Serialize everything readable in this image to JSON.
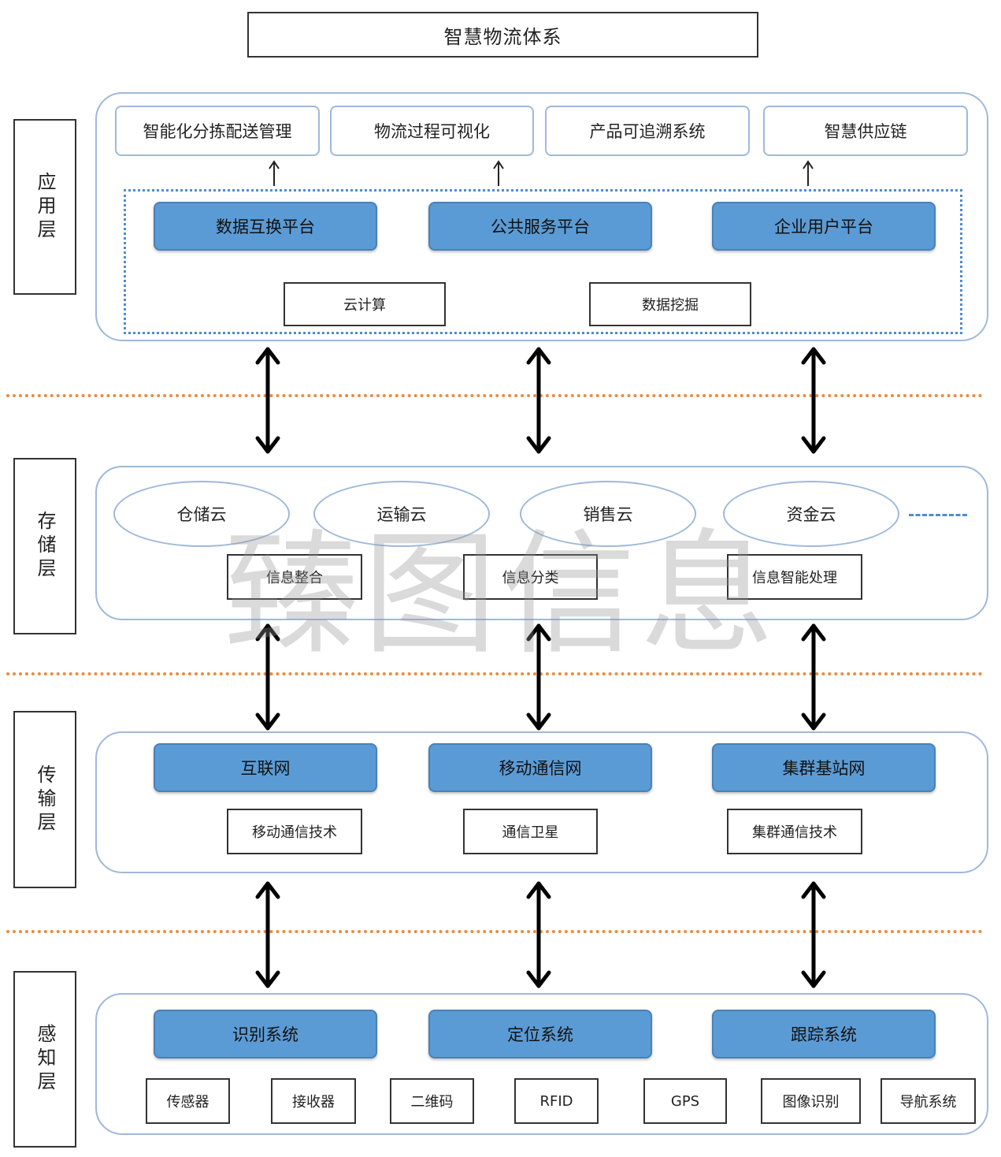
{
  "title": "智慧物流体系",
  "layers": {
    "application": {
      "label": "应用层",
      "apps": [
        "智能化分拣配送管理",
        "物流过程可视化",
        "产品可追溯系统",
        "智慧供应链"
      ],
      "platforms": [
        "数据互换平台",
        "公共服务平台",
        "企业用户平台"
      ],
      "tech": [
        "云计算",
        "数据挖掘"
      ]
    },
    "storage": {
      "label": "存储层",
      "clouds": [
        "仓储云",
        "运输云",
        "销售云",
        "资金云"
      ],
      "tech": [
        "信息整合",
        "信息分类",
        "信息智能处理"
      ]
    },
    "transport": {
      "label": "传输层",
      "networks": [
        "互联网",
        "移动通信网",
        "集群基站网"
      ],
      "tech": [
        "移动通信技术",
        "通信卫星",
        "集群通信技术"
      ]
    },
    "perception": {
      "label": "感知层",
      "systems": [
        "识别系统",
        "定位系统",
        "跟踪系统"
      ],
      "devices": [
        "传感器",
        "接收器",
        "二维码",
        "RFID",
        "GPS",
        "图像识别",
        "导航系统"
      ]
    }
  },
  "watermark": "臻图信息",
  "colors": {
    "platform_fill": "#5b9bd5",
    "panel_border": "#9fb9da",
    "separator": "#f08a3a",
    "dotted_frame": "#4f8bd0"
  }
}
